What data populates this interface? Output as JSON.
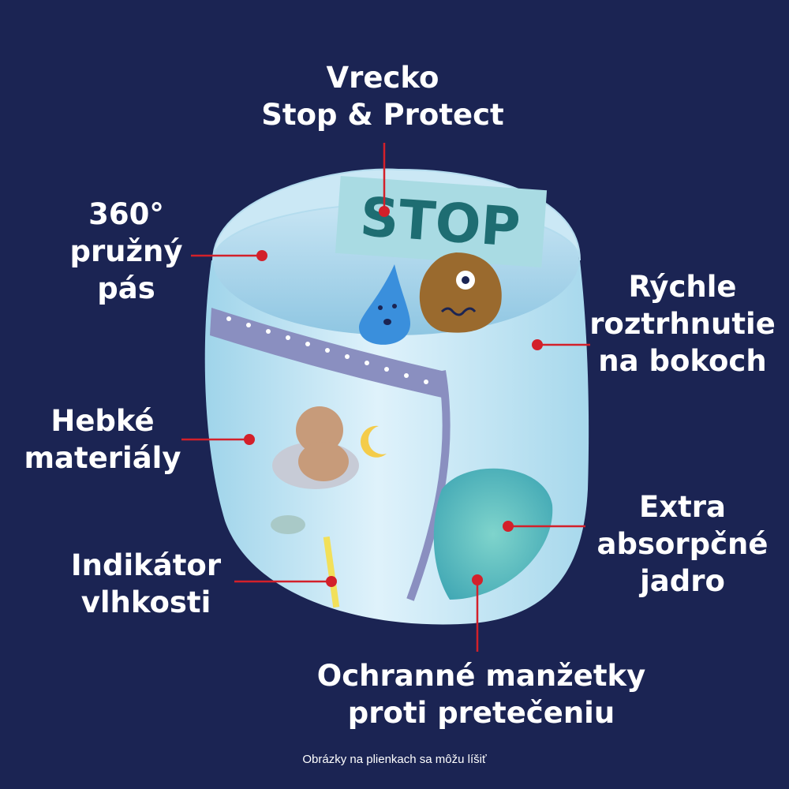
{
  "callouts": {
    "top": {
      "lines": [
        "Vrecko",
        "Stop & Protect"
      ]
    },
    "waist": {
      "lines": [
        "360°",
        "pružný",
        "pás"
      ]
    },
    "sides": {
      "lines": [
        "Rýchle",
        "roztrhnutie",
        "na bokoch"
      ]
    },
    "soft": {
      "lines": [
        "Hebké",
        "materiály"
      ]
    },
    "core": {
      "lines": [
        "Extra",
        "absorpčné",
        "jadro"
      ]
    },
    "wetness": {
      "lines": [
        "Indikátor",
        "vlhkosti"
      ]
    },
    "cuffs": {
      "lines": [
        "Ochranné manžetky",
        "proti pretečeniu"
      ]
    }
  },
  "stop_sign": {
    "text": "STOP"
  },
  "footnote": "Obrázky na plienkach sa môžu líšiť",
  "colors": {
    "background": "#1b2453",
    "pointer": "#d3202a",
    "stop_teal": "#1e6d72",
    "stop_bg": "#a9dbe3"
  }
}
